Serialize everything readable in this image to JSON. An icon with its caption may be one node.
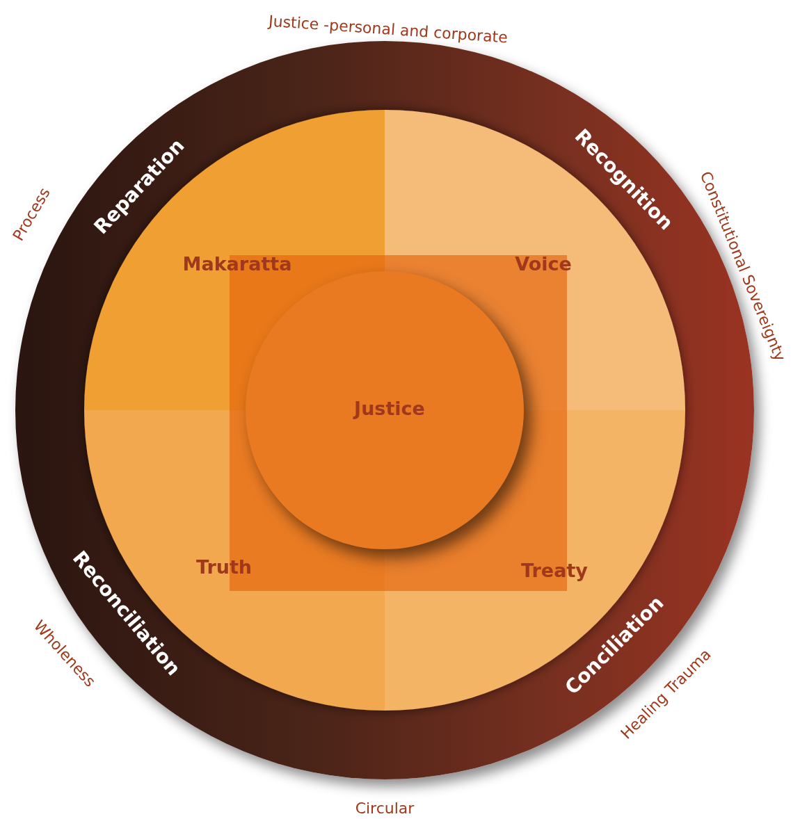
{
  "diagram": {
    "nodes": [
      {
        "text": [
          "Reparation",
          "Recognition",
          "Conciliation",
          "Reconciliation"
        ]
      },
      {
        "text": [
          "Makaratta",
          "Voice",
          "Truth",
          "Treaty"
        ],
        "in": 0
      },
      {
        "text": [
          "Justice"
        ],
        "in": 1
      }
    ],
    "labels": [
      "Justice -personal and corporate",
      "Process",
      "Constitutional Sovereignty",
      "Wholeness",
      "Healing Trauma",
      "Circular"
    ]
  }
}
